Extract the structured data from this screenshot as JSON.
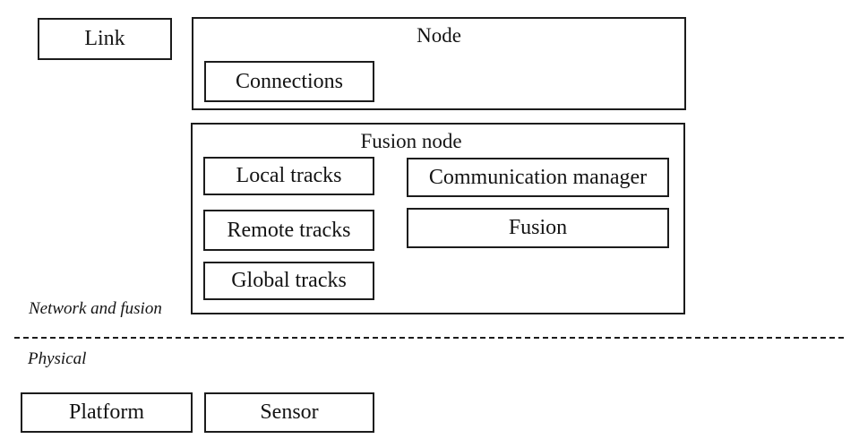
{
  "diagram": {
    "network_layer": {
      "layer_label": "Network and fusion",
      "link_label": "Link",
      "node_title": "Node",
      "connections_label": "Connections",
      "fusion_node_title": "Fusion node",
      "local_tracks_label": "Local tracks",
      "communication_manager_label": "Communication manager",
      "remote_tracks_label": "Remote tracks",
      "fusion_label": "Fusion",
      "global_tracks_label": "Global tracks"
    },
    "physical_layer": {
      "layer_label": "Physical",
      "platform_label": "Platform",
      "sensor_label": "Sensor"
    },
    "colors": {
      "border": "#1c1c1c",
      "text": "#141414",
      "background": "#ffffff"
    }
  }
}
